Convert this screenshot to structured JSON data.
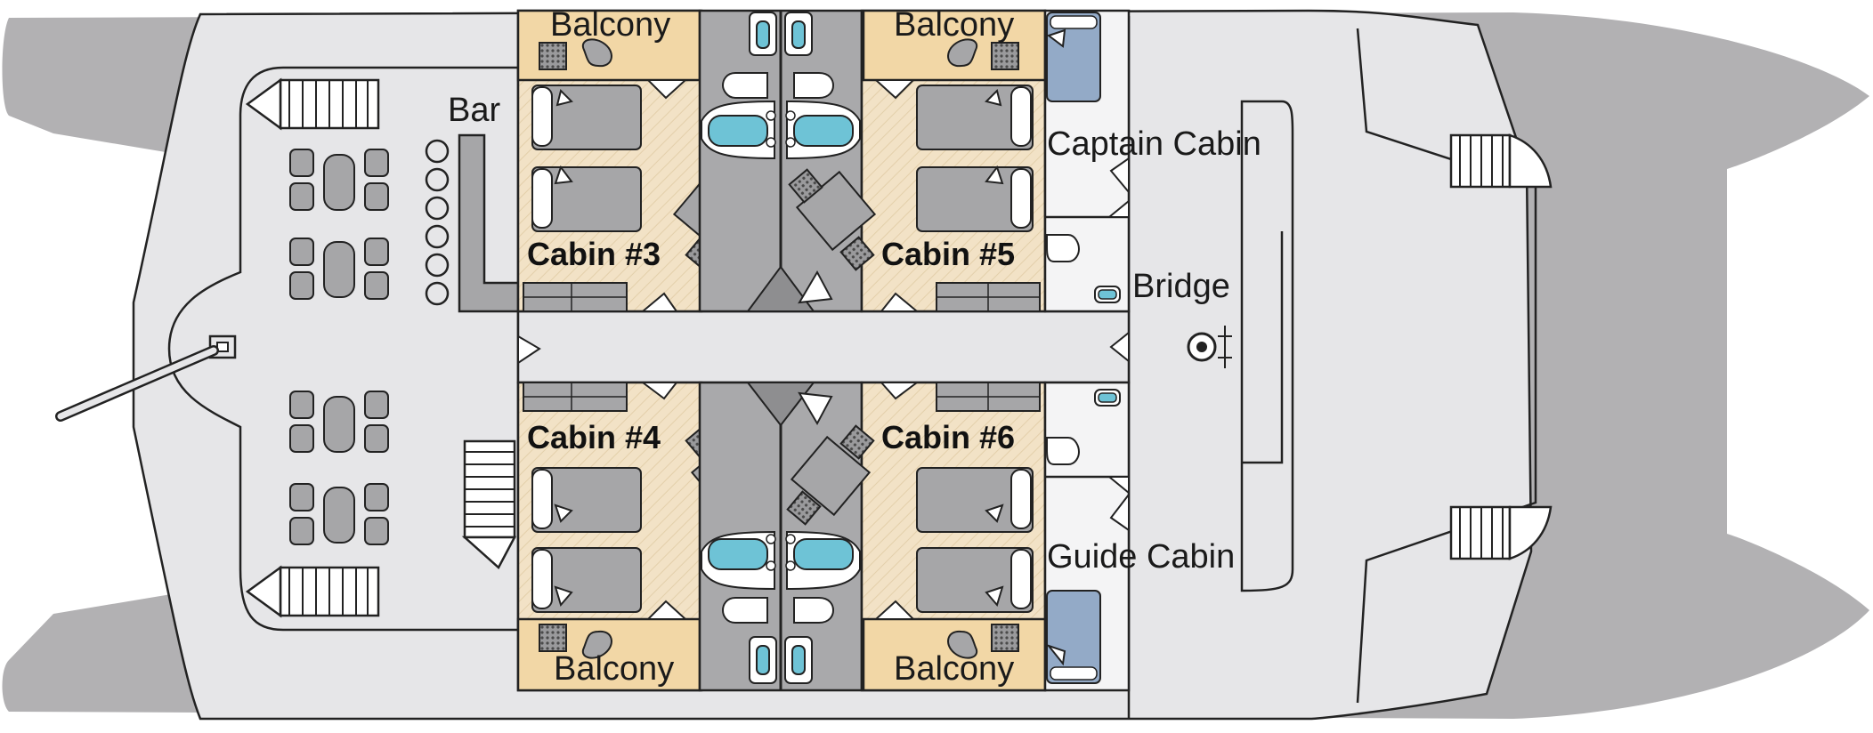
{
  "deck_plan": {
    "labels": {
      "bar": "Bar",
      "captain_cabin": "Captain Cabin",
      "guide_cabin": "Guide Cabin",
      "bridge": "Bridge",
      "balcony": "Balcony",
      "cabin3": "Cabin #3",
      "cabin4": "Cabin #4",
      "cabin5": "Cabin #5",
      "cabin6": "Cabin #6"
    },
    "colors": {
      "hull": "#b2b1b3",
      "deck": "#e6e6e8",
      "cabin_floor": "#f2e2c6",
      "balcony": "#f2d7a6",
      "bath_floor": "#a9a9ab",
      "furniture": "#a6a6a8",
      "water": "#6ec3d6",
      "outline": "#222222"
    }
  }
}
